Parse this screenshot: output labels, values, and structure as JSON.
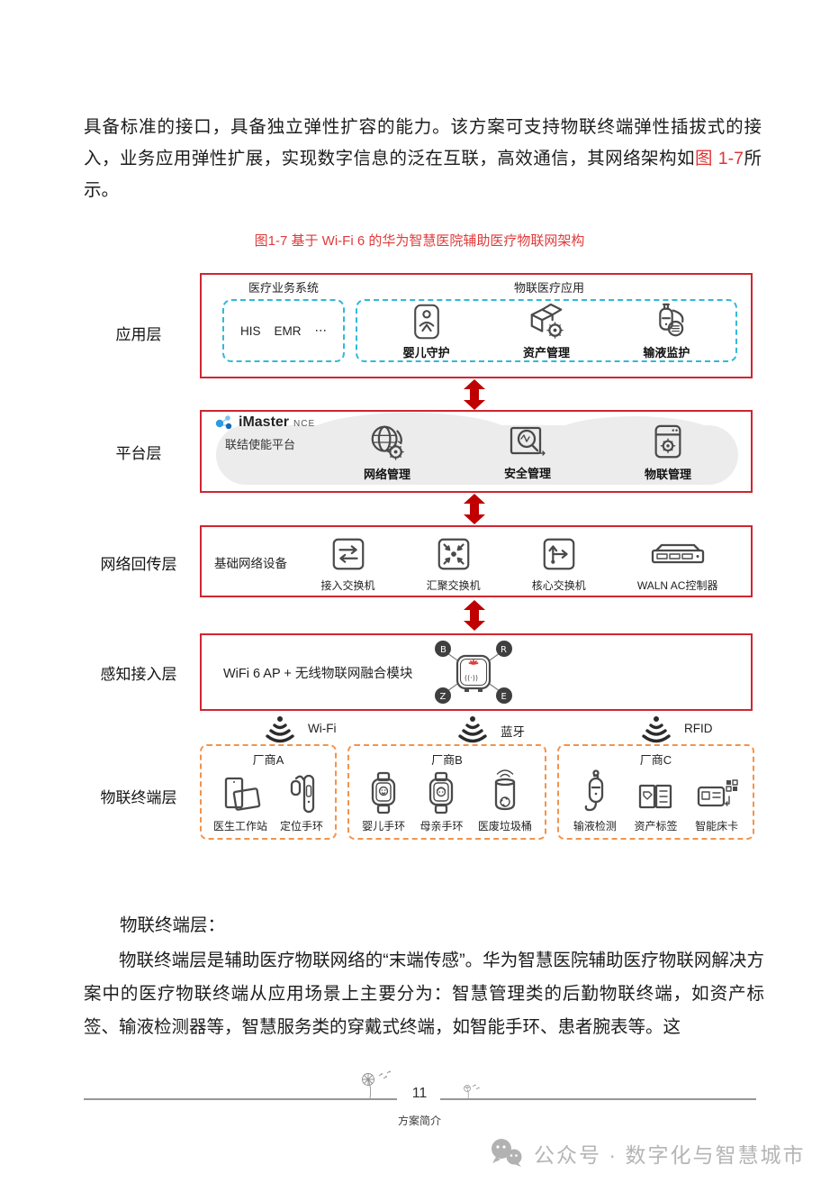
{
  "intro": {
    "text_pre": "具备标准的接口，具备独立弹性扩容的能力。该方案可支持物联终端弹性插拔式的接入，业务应用弹性扩展，实现数字信息的泛在互联，高效通信，其网络架构如",
    "figure_ref": "图 1-7",
    "text_post": "所示。"
  },
  "figure": {
    "caption": "图1-7 基于 Wi-Fi 6 的华为智慧医院辅助医疗物联网架构"
  },
  "layers": {
    "app": "应用层",
    "platform": "平台层",
    "network": "网络回传层",
    "perception": "感知接入层",
    "terminal": "物联终端层"
  },
  "app": {
    "business_title": "医疗业务系统",
    "business_items": [
      "HIS",
      "EMR",
      "⋯"
    ],
    "iot_title": "物联医疗应用",
    "apps": [
      {
        "icon": "baby-guard-icon",
        "label": "婴儿守护"
      },
      {
        "icon": "asset-management-icon",
        "label": "资产管理"
      },
      {
        "icon": "infusion-monitor-icon",
        "label": "输液监护"
      }
    ]
  },
  "platform": {
    "brand": "iMaster",
    "brand_suffix": "NCE",
    "subtitle": "联结使能平台",
    "items": [
      {
        "icon": "network-management-icon",
        "label": "网络管理"
      },
      {
        "icon": "security-management-icon",
        "label": "安全管理"
      },
      {
        "icon": "iot-management-icon",
        "label": "物联管理"
      }
    ]
  },
  "network": {
    "device_label": "基础网络设备",
    "items": [
      {
        "icon": "access-switch-icon",
        "label": "接入交换机"
      },
      {
        "icon": "aggregation-switch-icon",
        "label": "汇聚交换机"
      },
      {
        "icon": "core-switch-icon",
        "label": "核心交换机"
      },
      {
        "icon": "wlan-ac-icon",
        "label": "WALN AC控制器"
      }
    ]
  },
  "perception": {
    "label": "WiFi 6 AP + 无线物联网融合模块"
  },
  "wireless": [
    {
      "icon": "wifi-signal-icon",
      "label": "Wi-Fi"
    },
    {
      "icon": "wifi-signal-icon",
      "label": "蓝牙"
    },
    {
      "icon": "wifi-signal-icon",
      "label": "RFID"
    }
  ],
  "vendors": [
    {
      "name": "厂商A",
      "items": [
        {
          "icon": "doctor-workstation-icon",
          "label": "医生工作站"
        },
        {
          "icon": "locator-band-icon",
          "label": "定位手环"
        }
      ]
    },
    {
      "name": "厂商B",
      "items": [
        {
          "icon": "baby-band-icon",
          "label": "婴儿手环"
        },
        {
          "icon": "mother-band-icon",
          "label": "母亲手环"
        },
        {
          "icon": "medical-waste-bin-icon",
          "label": "医废垃圾桶"
        }
      ]
    },
    {
      "name": "厂商C",
      "items": [
        {
          "icon": "infusion-detect-icon",
          "label": "输液检测"
        },
        {
          "icon": "asset-tag-icon",
          "label": "资产标签"
        },
        {
          "icon": "smart-bed-card-icon",
          "label": "智能床卡"
        }
      ]
    }
  ],
  "body": {
    "heading": "物联终端层：",
    "paragraph": "物联终端层是辅助医疗物联网络的“末端传感”。华为智慧医院辅助医疗物联网解决方案中的医疗物联终端从应用场景上主要分为：智慧管理类的后勤物联终端，如资产标签、输液检测器等，智慧服务类的穿戴式终端，如智能手环、患者腕表等。这"
  },
  "footer": {
    "page_number": "11",
    "section": "方案简介",
    "watermark": "公众号 · 数字化与智慧城市"
  },
  "colors": {
    "box_red": "#cf2630",
    "arrow_red": "#c00000",
    "dash_cyan": "#33b8d9",
    "dash_orange": "#f2934c",
    "caption_red": "#e03a3a"
  }
}
